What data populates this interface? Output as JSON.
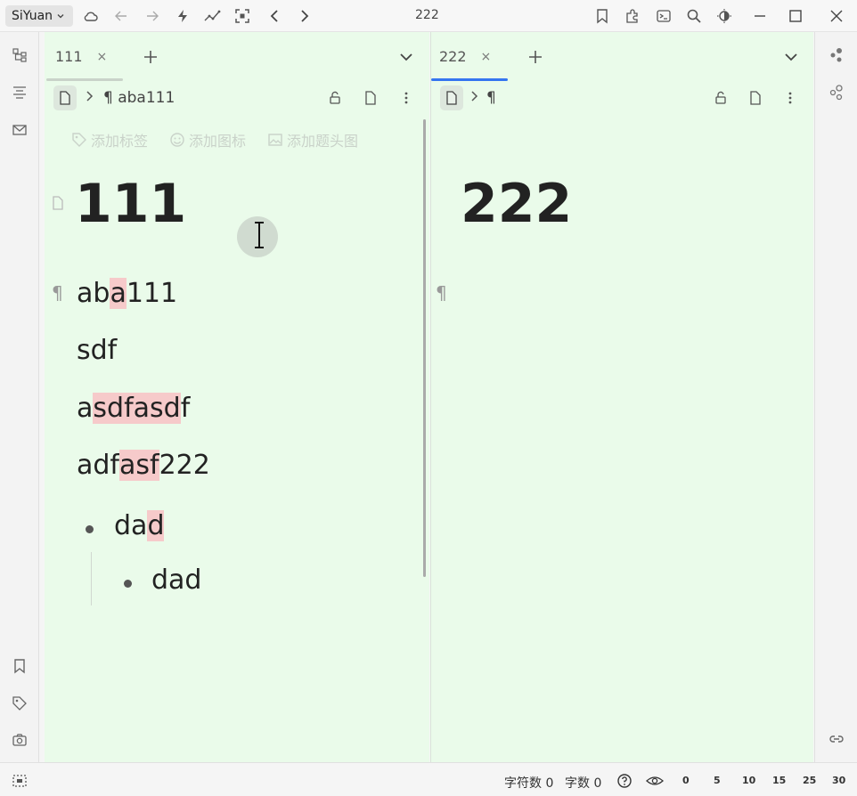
{
  "topbar": {
    "app_name": "SiYuan",
    "window_title": "222"
  },
  "left_pane": {
    "tab_label": "111",
    "tab_close": "×",
    "breadcrumb_text": "¶ aba111",
    "meta": {
      "add_tag": "添加标签",
      "add_icon": "添加图标",
      "add_cover": "添加题头图"
    },
    "doc_title": "111",
    "para_mark": "¶",
    "blocks": [
      {
        "segments": [
          {
            "text": "ab",
            "hl": false
          },
          {
            "text": "a",
            "hl": true
          },
          {
            "text": "111",
            "hl": false
          }
        ]
      },
      {
        "segments": [
          {
            "text": "sdf",
            "hl": false
          }
        ]
      },
      {
        "segments": [
          {
            "text": "a",
            "hl": false
          },
          {
            "text": "sdfasd",
            "hl": true
          },
          {
            "text": "f",
            "hl": false
          }
        ]
      },
      {
        "segments": [
          {
            "text": "adf",
            "hl": false
          },
          {
            "text": "asf",
            "hl": true
          },
          {
            "text": "222",
            "hl": false
          }
        ]
      }
    ],
    "list_items": [
      {
        "segments": [
          {
            "text": "da",
            "hl": false
          },
          {
            "text": "d",
            "hl": true
          }
        ]
      },
      {
        "segments": [
          {
            "text": "dad",
            "hl": false
          }
        ]
      }
    ]
  },
  "right_pane": {
    "tab_label": "222",
    "tab_close": "×",
    "breadcrumb_text": "¶",
    "doc_title": "222",
    "para_mark": "¶",
    "accent_color": "#3575f0"
  },
  "statusbar": {
    "char_count_label": "字符数 0",
    "word_count_label": "字数 0",
    "zoom_marks": [
      "0",
      "5",
      "10",
      "15",
      "25",
      "30"
    ]
  }
}
